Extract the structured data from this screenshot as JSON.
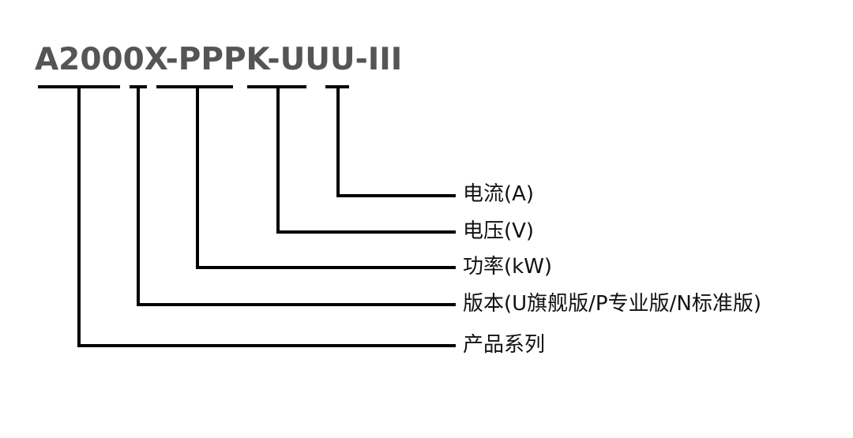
{
  "model_code": "A2000X-PPPK-UUU-III",
  "labels": {
    "current": "电流(A)",
    "voltage": "电压(V)",
    "power": "功率(kW)",
    "version": "版本(U旗舰版/P专业版/N标准版)",
    "series": "产品系列"
  }
}
